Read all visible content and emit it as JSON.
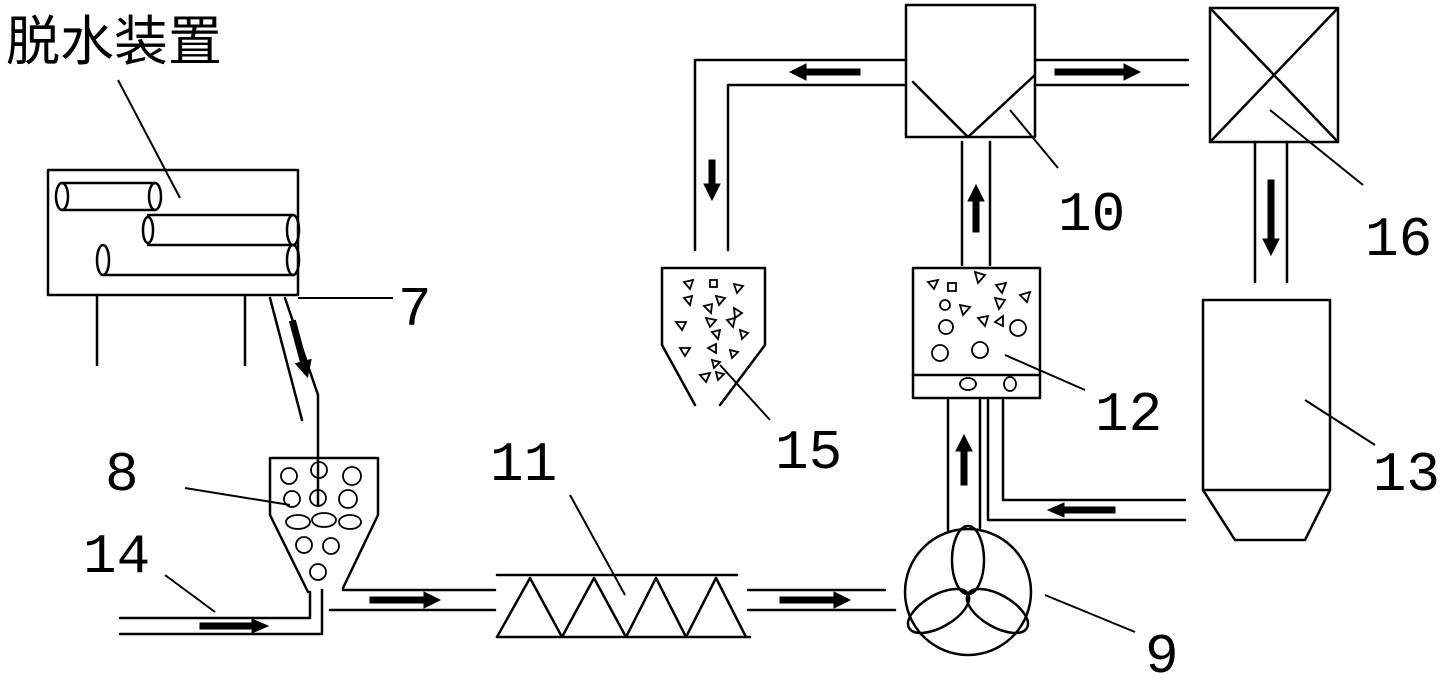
{
  "dewatering_device": {
    "label": "脱水装置"
  },
  "labels": {
    "n7": "7",
    "n8": "8",
    "n9": "9",
    "n10": "10",
    "n11": "11",
    "n12": "12",
    "n13": "13",
    "n14": "14",
    "n15": "15",
    "n16": "16"
  },
  "colors": {
    "line": "#000000",
    "background": "#ffffff"
  }
}
